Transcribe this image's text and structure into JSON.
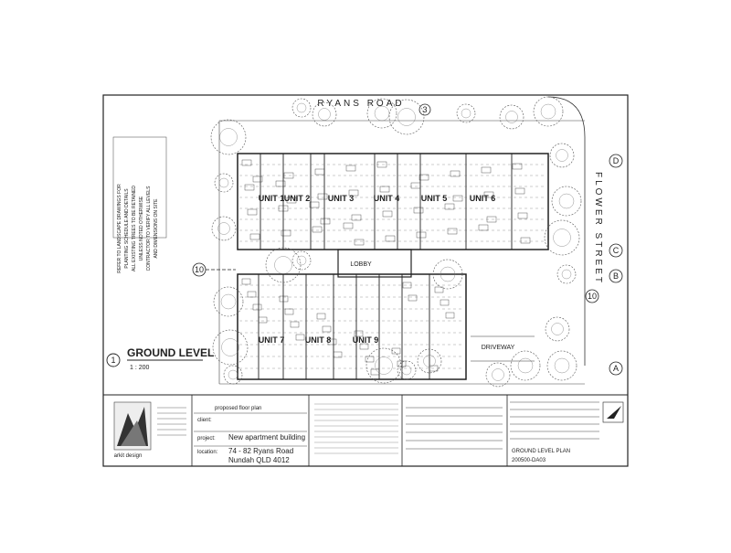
{
  "drawing": {
    "street_north": "RYANS ROAD",
    "street_east": "FLOWER STREET",
    "units_top": [
      "UNIT 1",
      "UNIT 2",
      "UNIT 3",
      "UNIT 4",
      "UNIT 5",
      "UNIT 6"
    ],
    "units_bottom": [
      "UNIT 7",
      "UNIT 8",
      "UNIT 9"
    ],
    "lobby_label": "LOBBY",
    "driveway_label": "DRIVEWAY",
    "view_title": "GROUND LEVEL",
    "view_scale": "1 : 200",
    "view_number": "1",
    "grid_labels_right": [
      "D",
      "C",
      "B",
      "A"
    ],
    "north_marker": "3",
    "section_marker": "10",
    "notes_left": [
      "REFER TO LANDSCAPE DRAWINGS FOR",
      "PLANTING SCHEDULE AND DETAILS",
      "ALL EXISTING TREES TO BE RETAINED",
      "UNLESS NOTED OTHERWISE",
      "CONTRACTOR TO VERIFY ALL LEVELS",
      "AND DIMENSIONS ON SITE"
    ]
  },
  "title_block": {
    "firm": "arkit design",
    "drawing_type": "proposed floor plan",
    "client_label": "client:",
    "project_label": "project:",
    "project_value": "New apartment building",
    "location_label": "location:",
    "location_line1": "74 - 82 Ryans Road",
    "location_line2": "Nundah QLD 4012",
    "sheet_title": "GROUND LEVEL PLAN",
    "drawing_number": "200500-DA03"
  },
  "colors": {
    "ink": "#222222",
    "paper": "#ffffff",
    "logo_dark": "#333333"
  }
}
